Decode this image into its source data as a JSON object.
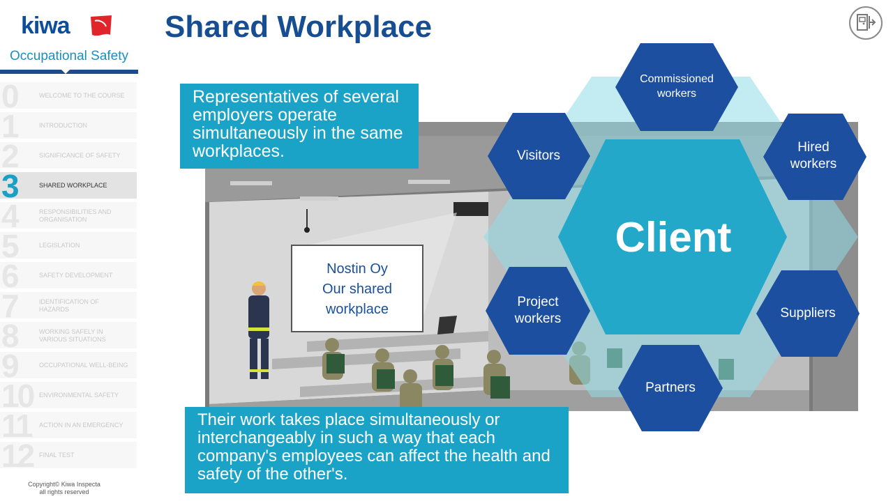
{
  "sidebar": {
    "logo_text": "kiwa",
    "course_title": "Occupational Safety",
    "items": [
      {
        "num": "0",
        "label": "WELCOME TO THE COURSE"
      },
      {
        "num": "1",
        "label": "INTRODUCTION"
      },
      {
        "num": "2",
        "label": "SIGNIFICANCE OF SAFETY"
      },
      {
        "num": "3",
        "label": "SHARED WORKPLACE"
      },
      {
        "num": "4",
        "label": "RESPONSIBILITIES AND ORGANISATION"
      },
      {
        "num": "5",
        "label": "LEGISLATION"
      },
      {
        "num": "6",
        "label": "SAFETY DEVELOPMENT"
      },
      {
        "num": "7",
        "label": "IDENTIFICATION OF HAZARDS"
      },
      {
        "num": "8",
        "label": "WORKING SAFELY IN VARIOUS SITUATIONS"
      },
      {
        "num": "9",
        "label": "OCCUPATIONAL WELL-BEING"
      },
      {
        "num": "10",
        "label": "ENVIRONMENTAL SAFETY"
      },
      {
        "num": "11",
        "label": "ACTION IN AN EMERGENCY"
      },
      {
        "num": "12",
        "label": "FINAL TEST"
      }
    ],
    "active_index": 3,
    "copyright_line1": "Copyright© Kiwa Inspecta",
    "copyright_line2": "all rights reserved"
  },
  "header": {
    "title": "Shared Workplace",
    "exit_icon": "exit-door-icon"
  },
  "callouts": {
    "top": "Representatives of several employers operate simultaneously in the same workplaces.",
    "bottom": "Their work takes place simultaneously or interchangeably in such a way that each company's employees can affect the health and safety of the other's."
  },
  "screen": {
    "line1": "Nostin Oy",
    "line2": "Our shared",
    "line3": "workplace"
  },
  "diagram": {
    "center": "Client",
    "nodes": {
      "commissioned": "Commissioned workers",
      "hired": "Hired workers",
      "suppliers": "Suppliers",
      "partners": "Partners",
      "project": "Project workers",
      "visitors": "Visitors"
    }
  },
  "colors": {
    "brand_blue": "#174e92",
    "accent_cyan": "#1aa3c6",
    "hex_dark": "#1c4fa0",
    "hex_center": "#23a8c9",
    "hex_light": "#8fdbe8"
  }
}
